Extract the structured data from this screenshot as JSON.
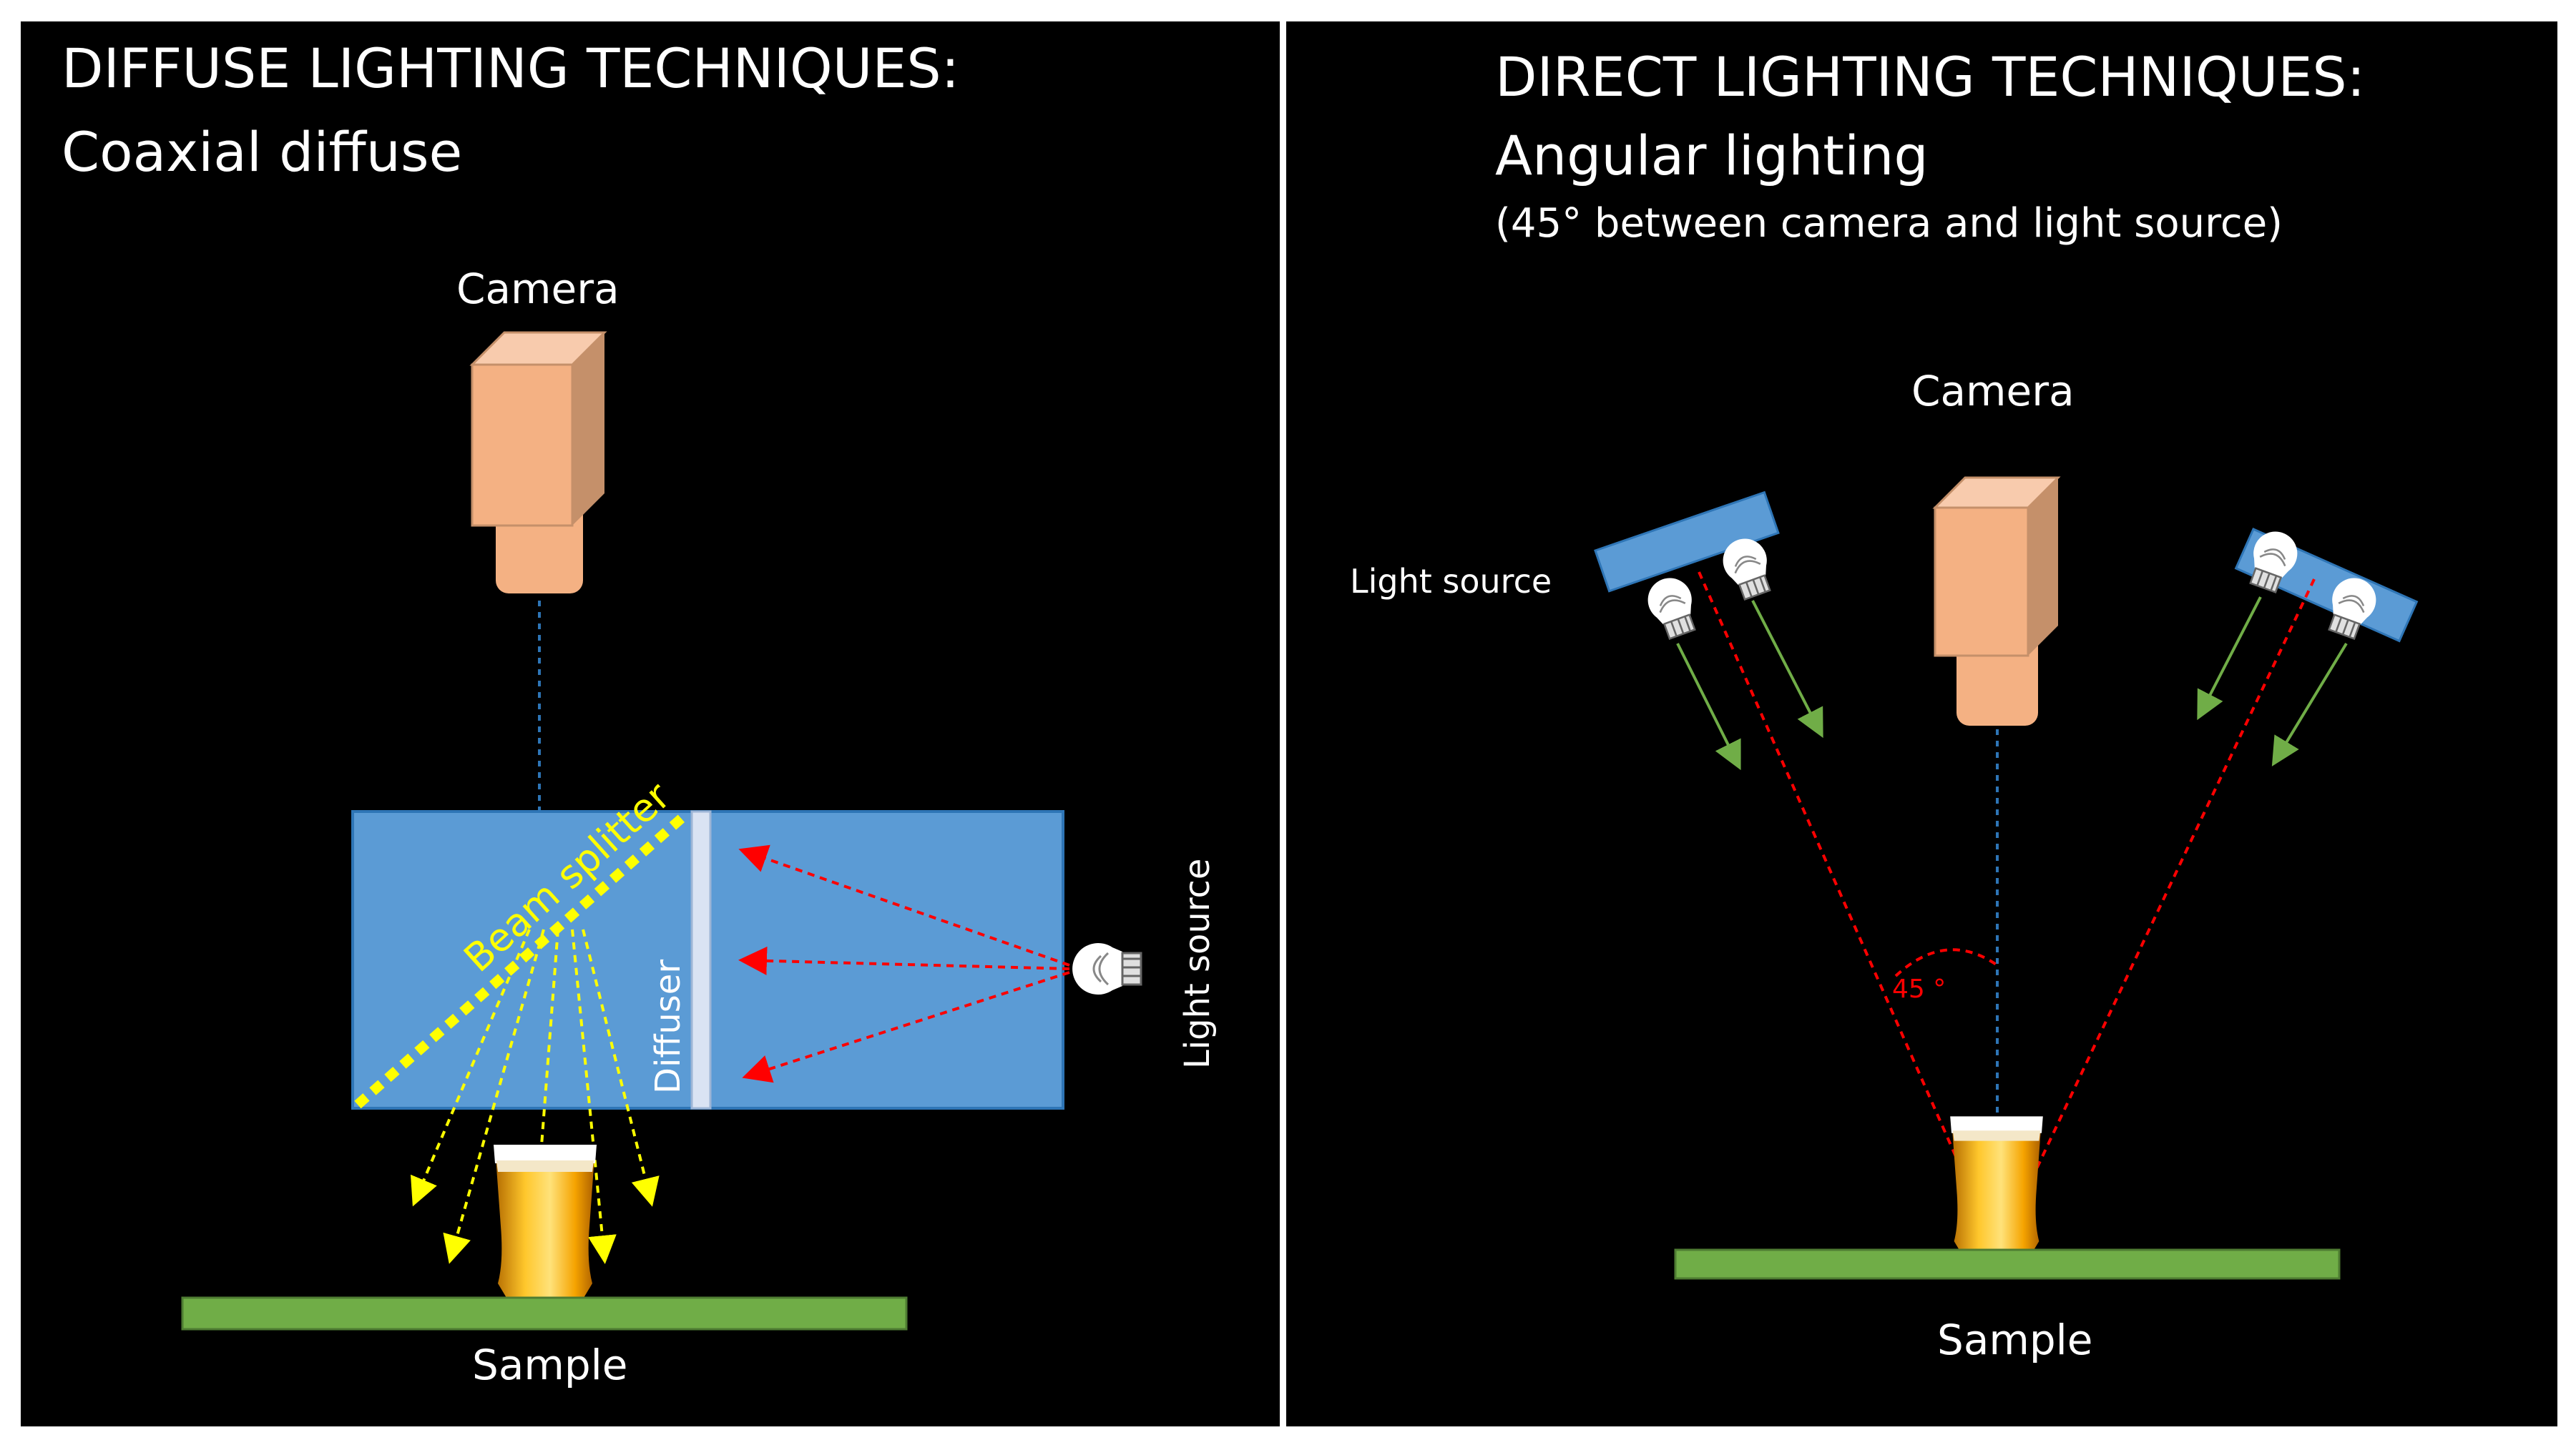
{
  "left": {
    "heading": "DIFFUSE LIGHTING TECHNIQUES:",
    "subheading": "Coaxial diffuse",
    "camera_label": "Camera",
    "beam_splitter_label": "Beam splitter",
    "diffuser_label": "Diffuser",
    "light_source_label": "Light source",
    "sample_label": "Sample"
  },
  "right": {
    "heading": "DIRECT LIGHTING TECHNIQUES:",
    "subheading": "Angular lighting",
    "note": "(45° between camera and light source)",
    "camera_label": "Camera",
    "light_source_label": "Light source",
    "angle_label": "45 °",
    "sample_label": "Sample"
  },
  "colors": {
    "background": "#000000",
    "camera_front": "#F4B183",
    "camera_side": "#C5906A",
    "box_blue": "#5B9BD5",
    "diffuser": "#DAE3F3",
    "beam_splitter": "#FFFF00",
    "sample_green": "#70AD47",
    "light_ray": "#FF0000",
    "diffuse_ray": "#FFFF00",
    "green_arrow": "#70AD47",
    "axis_line": "#2E75B6"
  },
  "icons": [
    "camera-icon",
    "bulb-icon",
    "beer-glass-icon",
    "light-panel-icon"
  ]
}
